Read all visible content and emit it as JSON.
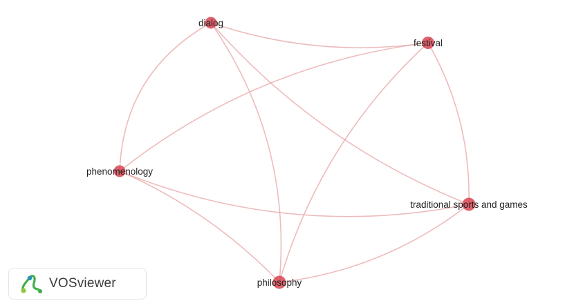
{
  "network": {
    "colors": {
      "node": "#d94a56",
      "edge": "#e8a4a6"
    },
    "nodes": [
      {
        "id": "dialog",
        "label": "dialog"
      },
      {
        "id": "festival",
        "label": "festival"
      },
      {
        "id": "phenomenology",
        "label": "phenomenology"
      },
      {
        "id": "traditional",
        "label": "traditional sports and games"
      },
      {
        "id": "philosophy",
        "label": "philosophy"
      }
    ],
    "edges": [
      [
        "dialog",
        "festival"
      ],
      [
        "dialog",
        "phenomenology"
      ],
      [
        "dialog",
        "traditional"
      ],
      [
        "dialog",
        "philosophy"
      ],
      [
        "festival",
        "phenomenology"
      ],
      [
        "festival",
        "traditional"
      ],
      [
        "festival",
        "philosophy"
      ],
      [
        "phenomenology",
        "traditional"
      ],
      [
        "phenomenology",
        "philosophy"
      ],
      [
        "traditional",
        "philosophy"
      ]
    ]
  },
  "branding": {
    "name": "VOSviewer",
    "logo_icon": "vosviewer-logo-icon",
    "logo_colors": [
      "#3fae49",
      "#2a8fbd",
      "#8dc63f"
    ]
  }
}
